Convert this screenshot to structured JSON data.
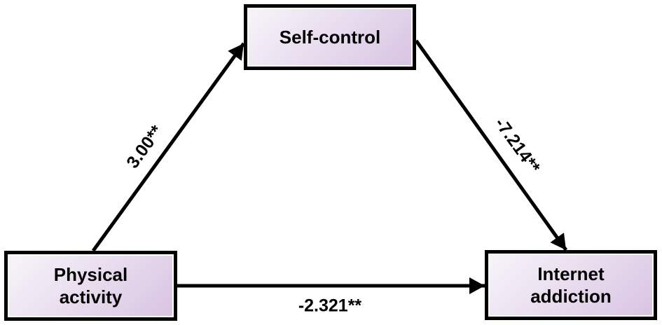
{
  "figure": {
    "type": "mediation-path-diagram",
    "nodes": {
      "self_control": {
        "label": "Self-control"
      },
      "physical_activity": {
        "label": "Physical\nactivity"
      },
      "internet_addiction": {
        "label": "Internet\naddiction"
      }
    },
    "paths": {
      "pa_to_sc": {
        "label": "3.00**"
      },
      "sc_to_ia": {
        "label": "-7.214**"
      },
      "pa_to_ia": {
        "label": "-2.321**"
      }
    },
    "colors": {
      "background": "#ffffff",
      "box_gradient_start": "#f8f5fa",
      "box_gradient_end": "#d8c3e2",
      "box_border": "#000000",
      "arrow": "#000000",
      "text": "#000000"
    }
  }
}
